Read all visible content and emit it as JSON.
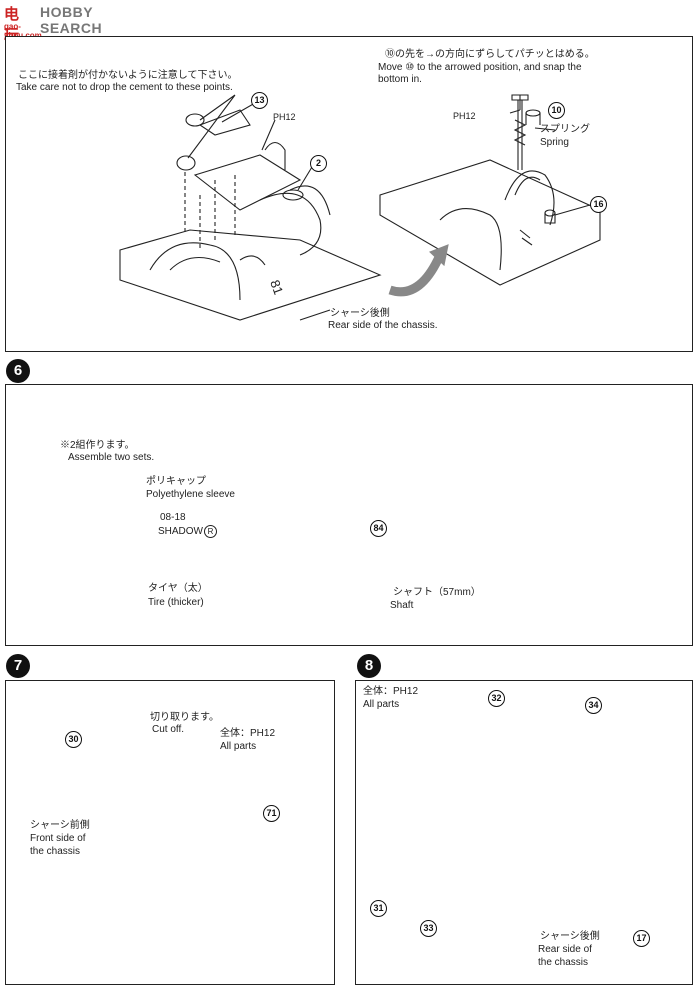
{
  "logo": {
    "chinese": "电玩",
    "brand": "HOBBY SEARCH",
    "url": "gao-shou.com"
  },
  "step5": {
    "note_left_jp": "ここに接着剤が付かないように注意して下さい。",
    "note_left_en": "Take care not to drop the cement to these points.",
    "note_right_jp": "⑩の先を→の方向にずらしてパチッとはめる。",
    "note_right_en_1": "Move ⑩ to the arrowed position, and snap the",
    "note_right_en_2": "bottom in.",
    "ph12": "PH12",
    "spring_jp": "スプリング",
    "spring_en": "Spring",
    "rear_jp": "シャーシ後側",
    "rear_en": "Rear side of the chassis.",
    "parts": [
      "13",
      "2",
      "10",
      "16"
    ]
  },
  "step6": {
    "number": "6",
    "note_jp": "※2組作ります。",
    "note_en": "Assemble two sets.",
    "sleeve_jp": "ポリキャップ",
    "sleeve_en": "Polyethylene sleeve",
    "wheel_code": "08-18",
    "wheel_name": "SHADOW",
    "wheel_mark": "R",
    "tire_jp": "タイヤ（太）",
    "tire_en": "Tire (thicker)",
    "shaft_jp": "シャフト（57mm）",
    "shaft_en": "Shaft",
    "part": "84"
  },
  "step7": {
    "number": "7",
    "cut_jp": "切り取ります。",
    "cut_en": "Cut off.",
    "all_jp": "全体：PH12",
    "all_en": "All parts",
    "front_jp": "シャーシ前側",
    "front_en_1": "Front side of",
    "front_en_2": "the chassis",
    "parts": [
      "30",
      "71"
    ]
  },
  "step8": {
    "number": "8",
    "all_jp": "全体：PH12",
    "all_en": "All parts",
    "rear_jp": "シャーシ後側",
    "rear_en_1": "Rear side of",
    "rear_en_2": "the chassis",
    "parts": [
      "32",
      "34",
      "31",
      "33",
      "17"
    ]
  }
}
